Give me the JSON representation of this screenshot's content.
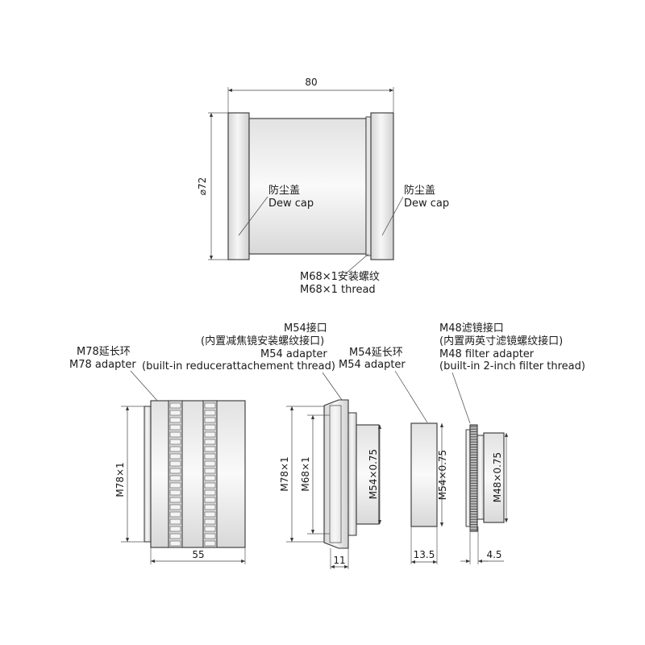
{
  "top_tube": {
    "width_dim": "80",
    "diameter_dim": "⌀72",
    "left_cap": {
      "cn": "防尘盖",
      "en": "Dew cap"
    },
    "right_cap": {
      "cn": "防尘盖",
      "en": "Dew cap"
    },
    "thread": {
      "cn": "M68×1安装螺纹",
      "en": "M68×1 thread"
    }
  },
  "m78_ring": {
    "cn": "M78延长环",
    "en": "M78 adapter",
    "dia_dim": "M78×1",
    "len_dim": "55"
  },
  "m54_adapter": {
    "cn": "M54接口",
    "cn_sub": "(内置减焦镜安装螺纹接口)",
    "en": "M54 adapter",
    "en_sub": "(built-in reducerattachement thread)",
    "dim_outer": "M78×1",
    "dim_mid": "M68×1",
    "dim_inner": "M54×0.75",
    "len_dim": "11"
  },
  "m54_ring": {
    "cn": "M54延长环",
    "en": "M54 adapter",
    "dia_dim": "M54×0.75",
    "len_dim": "13.5"
  },
  "m48_filter": {
    "cn": "M48滤镜接口",
    "cn_sub": "(内置两英寸滤镜螺纹接口)",
    "en": "M48 filter adapter",
    "en_sub": "(built-in 2-inch filter thread)",
    "dia_dim": "M48×0.75",
    "len_dim": "4.5"
  }
}
